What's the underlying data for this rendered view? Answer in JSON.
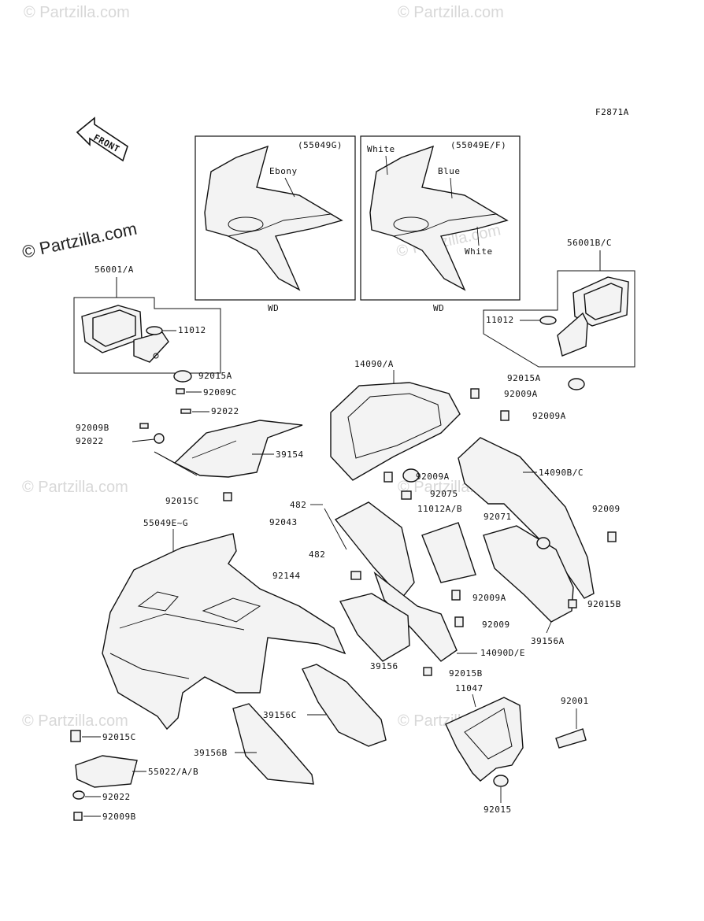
{
  "figure_code": "F2871A",
  "front_label": "FRONT",
  "copyright": "© Partzilla.com",
  "watermark": "© Partzilla.com",
  "inset_left": {
    "code": "(55049G)",
    "color": "Ebony",
    "label": "WD"
  },
  "inset_right": {
    "code": "(55049E/F)",
    "color_top": "White",
    "color_mid": "Blue",
    "color_bottom": "White",
    "label": "WD"
  },
  "labels": {
    "p56001A": "56001/A",
    "p11012L": "11012",
    "p56001BC": "56001B/C",
    "p11012R": "11012",
    "p92015A_L": "92015A",
    "p92009C": "92009C",
    "p92022a": "92022",
    "p92009B": "92009B",
    "p92022b": "92022",
    "p39154": "39154",
    "p92015C": "92015C",
    "p14090A": "14090/A",
    "p92015A_R": "92015A",
    "p92009A1": "92009A",
    "p92009A2": "92009A",
    "p14090BC": "14090B/C",
    "p92009A3": "92009A",
    "p482a": "482",
    "p92075": "92075",
    "p92043": "92043",
    "p11012AB": "11012A/B",
    "p92071": "92071",
    "p92009": "92009",
    "p482b": "482",
    "p55049EG": "55049E~G",
    "p92144": "92144",
    "p92009A4": "92009A",
    "p92015B_R": "92015B",
    "p92009b2": "92009",
    "p39156A": "39156A",
    "p39156": "39156",
    "p14090DE": "14090D/E",
    "p92015B": "92015B",
    "p11047": "11047",
    "p92001": "92001",
    "p39156C": "39156C",
    "p92015C2": "92015C",
    "p39156B": "39156B",
    "p55022AB": "55022/A/B",
    "p92022c": "92022",
    "p92009B2": "92009B",
    "p92015": "92015"
  }
}
